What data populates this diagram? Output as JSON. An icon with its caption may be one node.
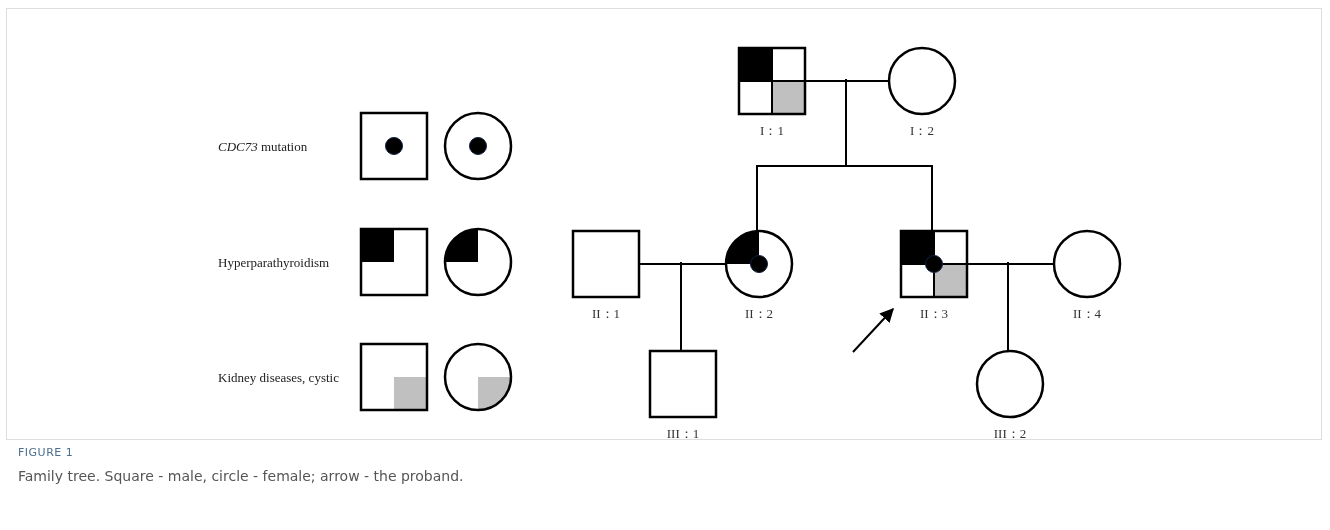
{
  "diagram": {
    "title": "FIGURE 1",
    "caption": "Family tree. Square - male, circle - female; arrow - the proband.",
    "nodes": [
      {
        "text": [],
        "shape": "box",
        "beside": [
          "I：1"
        ]
      },
      {
        "text": [],
        "shape": "circle",
        "beside": [
          "I：2"
        ]
      },
      {
        "text": [],
        "shape": "box",
        "beside": [
          "II：1"
        ]
      },
      {
        "text": [],
        "shape": "circle",
        "beside": [
          "II：2"
        ]
      },
      {
        "text": [],
        "shape": "box",
        "beside": [
          "II：3"
        ]
      },
      {
        "text": [],
        "shape": "circle",
        "beside": [
          "II：4"
        ]
      },
      {
        "text": [],
        "shape": "box",
        "beside": [
          "III：1"
        ]
      },
      {
        "text": [],
        "shape": "circle",
        "beside": [
          "III：2"
        ]
      }
    ],
    "edges": [
      {
        "from": 0,
        "to": 1,
        "arrow": "none"
      },
      {
        "from": null,
        "to": 3,
        "arrow": "none"
      },
      {
        "from": null,
        "to": 4,
        "arrow": "none"
      },
      {
        "from": 2,
        "to": 3,
        "arrow": "none"
      },
      {
        "from": null,
        "to": 6,
        "arrow": "none"
      },
      {
        "from": 4,
        "to": 5,
        "arrow": "none"
      },
      {
        "from": null,
        "to": 7,
        "arrow": "none"
      },
      {
        "from": null,
        "to": 4,
        "arrow": "to"
      }
    ],
    "legend": [
      {
        "text": "*CDC73* mutation"
      },
      {
        "text": "Hyperparathyroidism"
      },
      {
        "text": "Kidney diseases, cystic"
      }
    ]
  }
}
